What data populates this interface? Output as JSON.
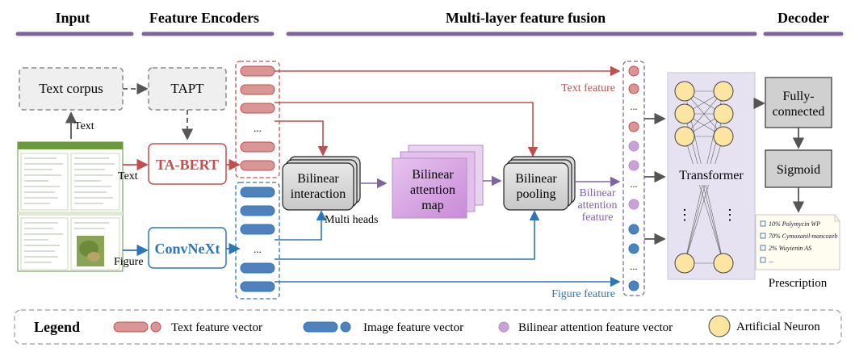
{
  "headers": {
    "input": "Input",
    "encoders": "Feature Encoders",
    "fusion": "Multi-layer feature fusion",
    "decoder": "Decoder"
  },
  "nodes": {
    "text_corpus": "Text corpus",
    "tapt": "TAPT",
    "ta_bert": "TA-BERT",
    "convnext": "ConvNeXt",
    "bilinear_interaction": [
      "Bilinear",
      "interaction"
    ],
    "bilinear_attention_map": [
      "Bilinear",
      "attention",
      "map"
    ],
    "bilinear_pooling": [
      "Bilinear",
      "pooling"
    ],
    "transformer": "Transformer",
    "fully_connected": [
      "Fully-",
      "connected"
    ],
    "sigmoid": "Sigmoid",
    "prescription": "Prescription"
  },
  "labels": {
    "text": "Text",
    "text2": "Text",
    "figure": "Figure",
    "multi_heads": "Multi heads",
    "text_feature": "Text feature",
    "figure_feature": "Figure feature",
    "bilinear_attention_feature": [
      "Bilinear",
      "attention",
      "feature"
    ],
    "ellipsis": "...",
    "vdots": "⋮"
  },
  "prescription_items": [
    "10% Polymycin WP",
    "70% Cymoxanil·mancozeb",
    "2% Wuyienin AS",
    "..."
  ],
  "legend": {
    "title": "Legend",
    "text_vector": "Text feature vector",
    "image_vector": "Image feature vector",
    "bilinear_vector": "Bilinear attention feature vector",
    "neuron": "Artificial Neuron"
  },
  "colors": {
    "red": "#c0504d",
    "red_fill": "#d99694",
    "blue": "#2e75b6",
    "blue_fill": "#4f81bd",
    "purple": "#8064a2",
    "purple_fill": "#b48fc9",
    "neuron": "#fbe5a0",
    "gray": "#555555"
  }
}
